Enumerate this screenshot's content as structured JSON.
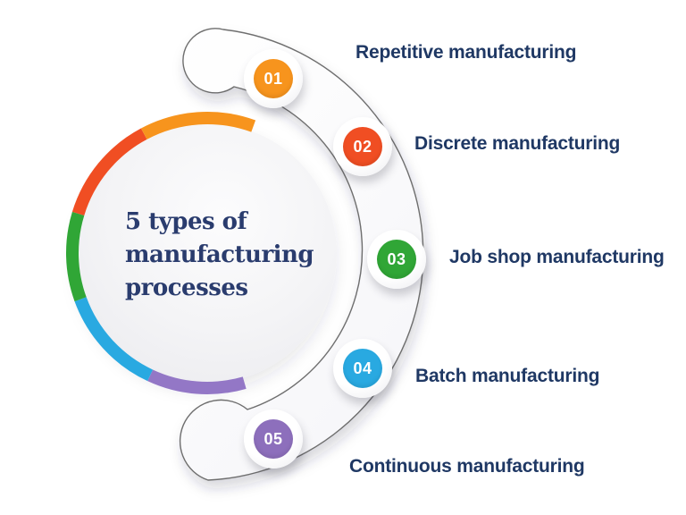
{
  "title": {
    "line1": "5 types of",
    "line2": "manufacturing",
    "line3": "processes"
  },
  "items": [
    {
      "number": "01",
      "label": "Repetitive manufacturing",
      "color": "#F7941D"
    },
    {
      "number": "02",
      "label": "Discrete manufacturing",
      "color": "#F04E23"
    },
    {
      "number": "03",
      "label": "Job shop manufacturing",
      "color": "#30A636"
    },
    {
      "number": "04",
      "label": "Batch manufacturing",
      "color": "#29A9E1"
    },
    {
      "number": "05",
      "label": "Continuous manufacturing",
      "color": "#8D6FBC"
    }
  ],
  "ring_segments": [
    {
      "name": "orange",
      "color": "#F7941D"
    },
    {
      "name": "red",
      "color": "#F04E23"
    },
    {
      "name": "green",
      "color": "#30A636"
    },
    {
      "name": "blue",
      "color": "#29A9E1"
    },
    {
      "name": "purple",
      "color": "#9377C6"
    }
  ],
  "colors": {
    "label_text": "#1F3864",
    "title_text": "#2A3C6E",
    "outline": "#6E6E6E"
  }
}
